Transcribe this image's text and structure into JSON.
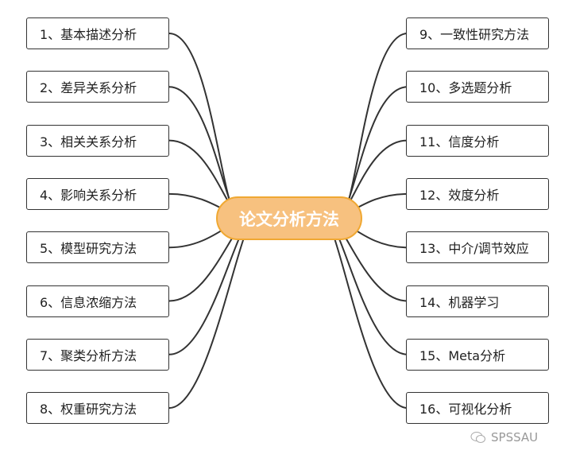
{
  "center": "论文分析方法",
  "left": [
    "1、基本描述分析",
    "2、差异关系分析",
    "3、相关关系分析",
    "4、影响关系分析",
    "5、模型研究方法",
    "6、信息浓缩方法",
    "7、聚类分析方法",
    "8、权重研究方法"
  ],
  "right": [
    "9、一致性研究方法",
    "10、多选题分析",
    "11、信度分析",
    "12、效度分析",
    "13、中介/调节效应",
    "14、机器学习",
    "15、Meta分析",
    "16、可视化分析"
  ],
  "watermark": "SPSSAU",
  "colors": {
    "center_fill": "#f7c17f",
    "center_border": "#f0a832",
    "line": "#333333"
  }
}
